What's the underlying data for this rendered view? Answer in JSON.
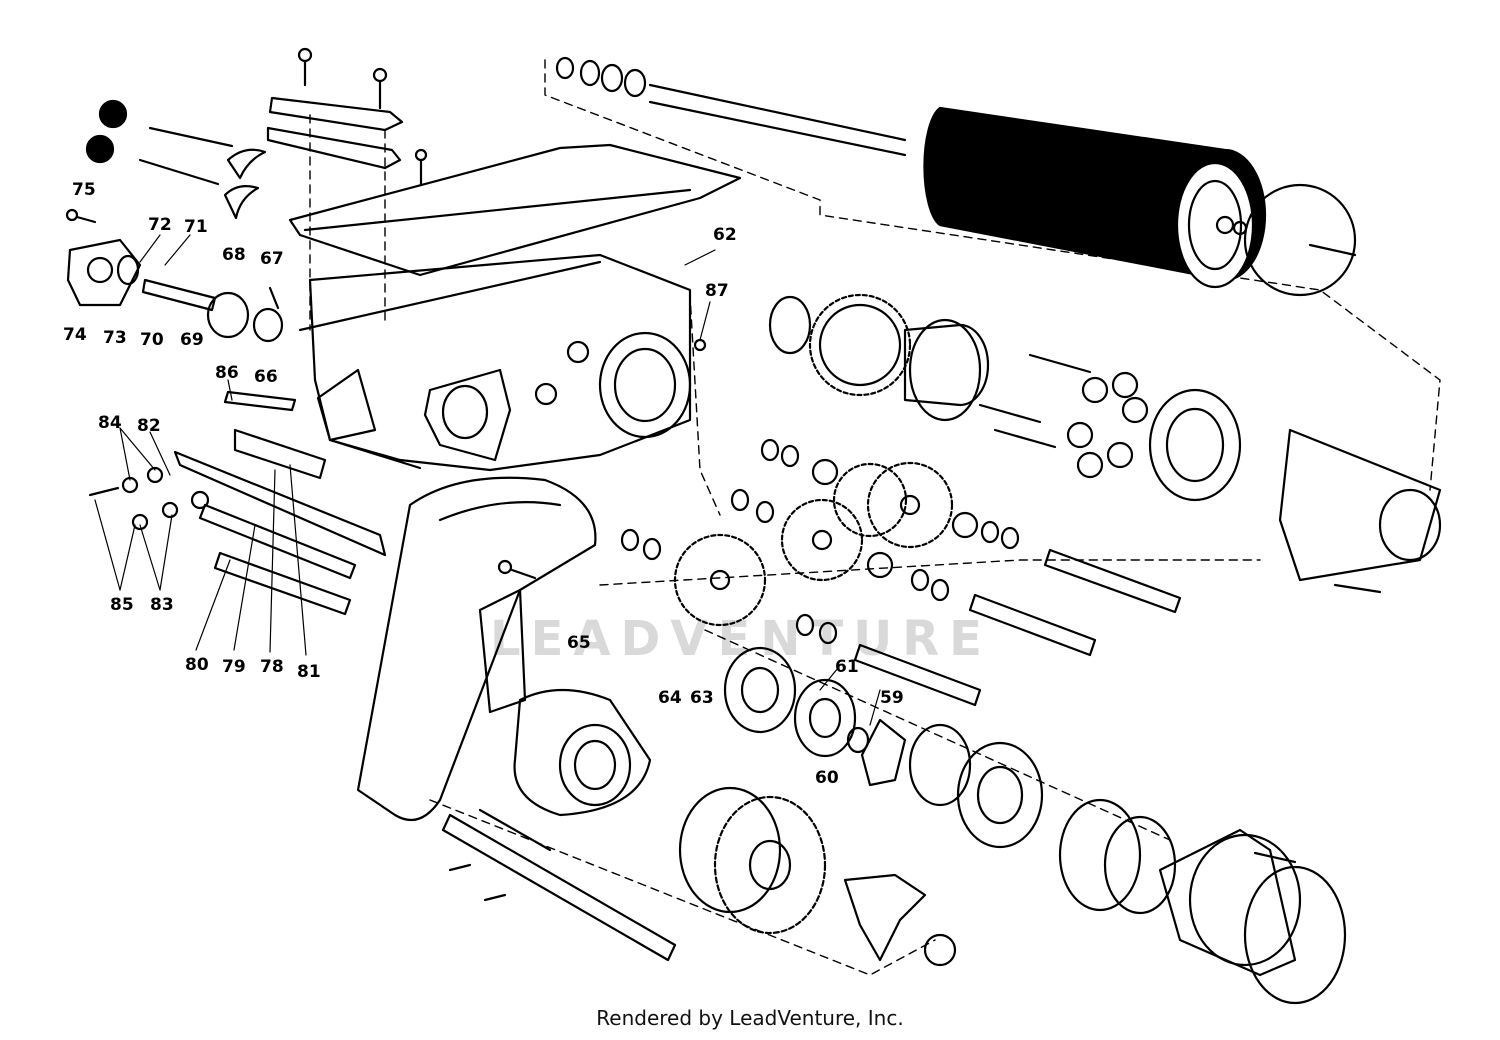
{
  "footer": {
    "credit": "Rendered by LeadVenture, Inc."
  },
  "watermark": {
    "text": "LEADVENTURE"
  },
  "colors": {
    "ink": "#000000",
    "paper": "#ffffff",
    "watermark": "#d9d9d9"
  },
  "callouts": [
    "59",
    "60",
    "61",
    "62",
    "63",
    "64",
    "65",
    "66",
    "67",
    "68",
    "69",
    "70",
    "71",
    "72",
    "73",
    "74",
    "75",
    "78",
    "79",
    "80",
    "81",
    "82",
    "83",
    "84",
    "85",
    "86",
    "87"
  ]
}
